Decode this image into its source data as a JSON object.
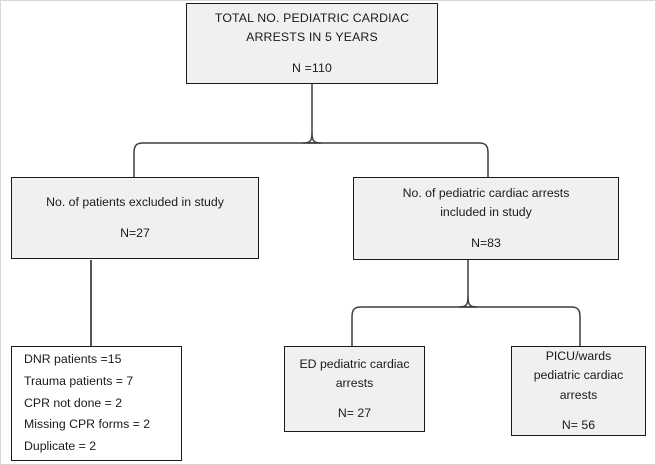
{
  "figure": {
    "type": "flowchart",
    "orientation": "top-down",
    "background_color": "#ffffff",
    "node_fill_grey": "#f0f0f0",
    "node_fill_white": "#ffffff",
    "node_border_color": "#1a1a1a",
    "connector_color": "#3f3f3f"
  },
  "nodes": {
    "total": {
      "id": "total-arrests-box",
      "line1": "TOTAL NO. PEDIATRIC CARDIAC",
      "line2": "ARRESTS IN 5 YEARS",
      "count_label": "N =110",
      "n": 110,
      "fill": "grey"
    },
    "excluded": {
      "id": "excluded-patients-box",
      "line1": "No. of patients excluded in study",
      "count_label": "N=27",
      "n": 27,
      "fill": "grey"
    },
    "included": {
      "id": "included-arrests-box",
      "line1": "No. of pediatric cardiac arrests",
      "line2": "included  in study",
      "count_label": "N=83",
      "n": 83,
      "fill": "grey"
    },
    "exclusion_reasons": {
      "id": "exclusion-reasons-box",
      "fill": "white",
      "items": [
        {
          "label": "DNR patients =15",
          "reason": "DNR patients",
          "n": 15
        },
        {
          "label": "Trauma patients = 7",
          "reason": "Trauma patients",
          "n": 7
        },
        {
          "label": "CPR not done = 2",
          "reason": "CPR not done",
          "n": 2
        },
        {
          "label": "Missing CPR forms = 2",
          "reason": "Missing CPR forms",
          "n": 2
        },
        {
          "label": "Duplicate = 2",
          "reason": "Duplicate",
          "n": 2
        }
      ]
    },
    "ed": {
      "id": "ed-arrests-box",
      "line1": "ED pediatric cardiac",
      "line2": "arrests",
      "count_label": "N= 27",
      "n": 27,
      "fill": "grey"
    },
    "picu": {
      "id": "picu-arrests-box",
      "line1": "PICU/wards",
      "line2": "pediatric cardiac",
      "line3": "arrests",
      "count_label": "N= 56",
      "n": 56,
      "fill": "grey"
    }
  },
  "edges": [
    {
      "from": "total",
      "to": "excluded",
      "style": "brace"
    },
    {
      "from": "total",
      "to": "included",
      "style": "brace"
    },
    {
      "from": "excluded",
      "to": "exclusion_reasons",
      "style": "straight"
    },
    {
      "from": "included",
      "to": "ed",
      "style": "brace"
    },
    {
      "from": "included",
      "to": "picu",
      "style": "brace"
    }
  ]
}
